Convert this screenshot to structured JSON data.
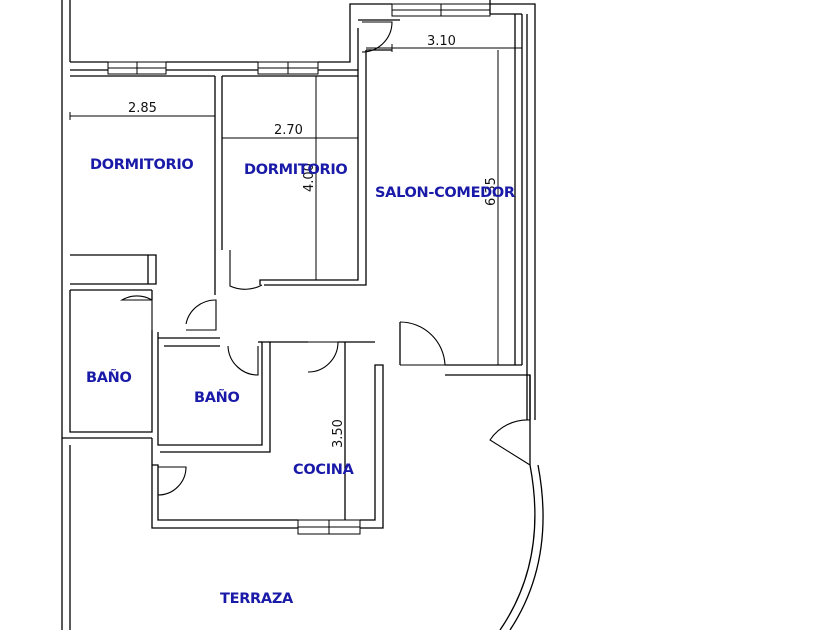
{
  "rooms": {
    "dormitorio_1": "DORMITORIO",
    "dormitorio_2": "DORMITORIO",
    "salon": "SALON-COMEDOR",
    "bano_1": "BAÑO",
    "bano_2": "BAÑO",
    "cocina": "COCINA",
    "terraza": "TERRAZA"
  },
  "dimensions": {
    "salon_width": "3.10",
    "dorm1_width": "2.85",
    "dorm2_width": "2.70",
    "dorm2_depth": "4.00",
    "salon_depth": "6.35",
    "cocina_depth": "3.50"
  }
}
